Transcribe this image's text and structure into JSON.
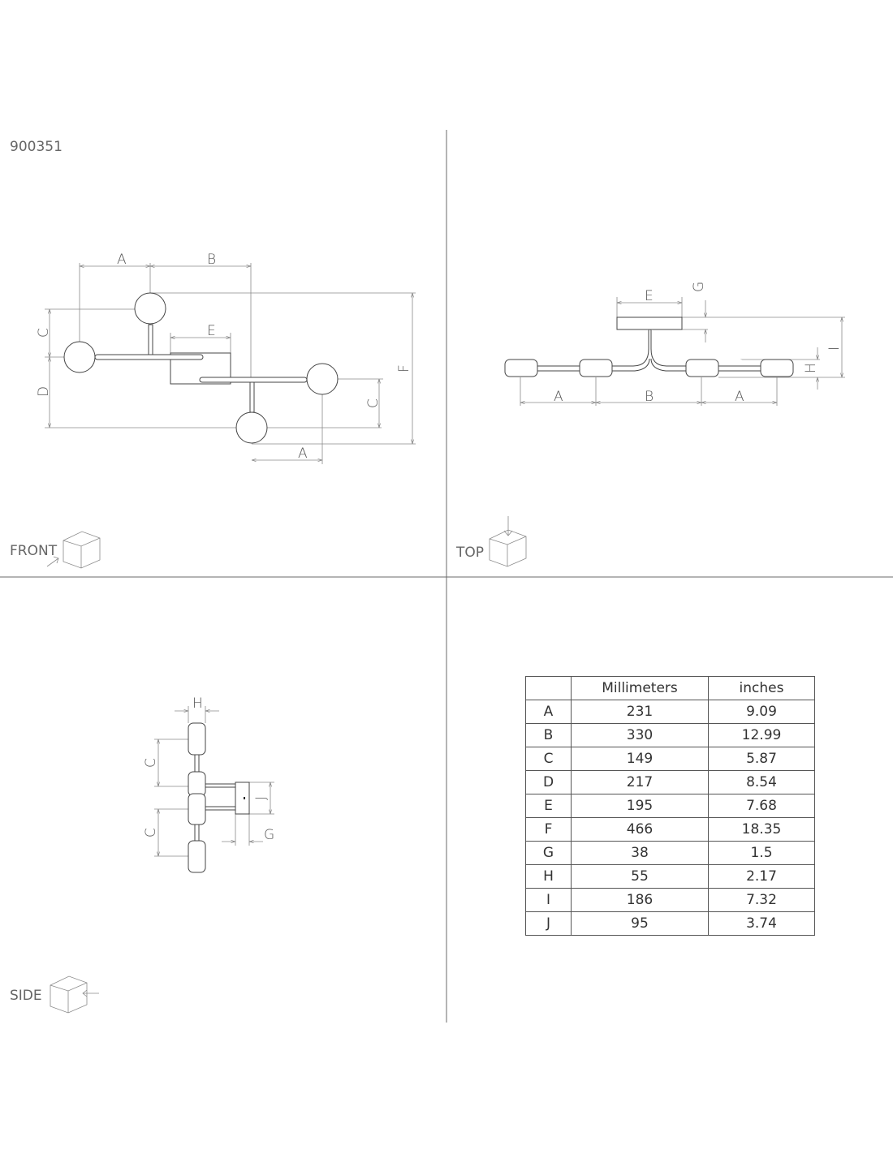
{
  "product_code": "900351",
  "views": {
    "front": "FRONT",
    "top": "TOP",
    "side": "SIDE"
  },
  "dimension_labels": {
    "A": "A",
    "B": "B",
    "C": "C",
    "D": "D",
    "E": "E",
    "F": "F",
    "G": "G",
    "H": "H",
    "I": "I",
    "J": "J"
  },
  "table": {
    "headers": [
      "",
      "Millimeters",
      "inches"
    ],
    "rows": [
      {
        "key": "A",
        "mm": "231",
        "in": "9.09"
      },
      {
        "key": "B",
        "mm": "330",
        "in": "12.99"
      },
      {
        "key": "C",
        "mm": "149",
        "in": "5.87"
      },
      {
        "key": "D",
        "mm": "217",
        "in": "8.54"
      },
      {
        "key": "E",
        "mm": "195",
        "in": "7.68"
      },
      {
        "key": "F",
        "mm": "466",
        "in": "18.35"
      },
      {
        "key": "G",
        "mm": "38",
        "in": "1.5"
      },
      {
        "key": "H",
        "mm": "55",
        "in": "2.17"
      },
      {
        "key": "I",
        "mm": "186",
        "in": "7.32"
      },
      {
        "key": "J",
        "mm": "95",
        "in": "3.74"
      }
    ]
  }
}
